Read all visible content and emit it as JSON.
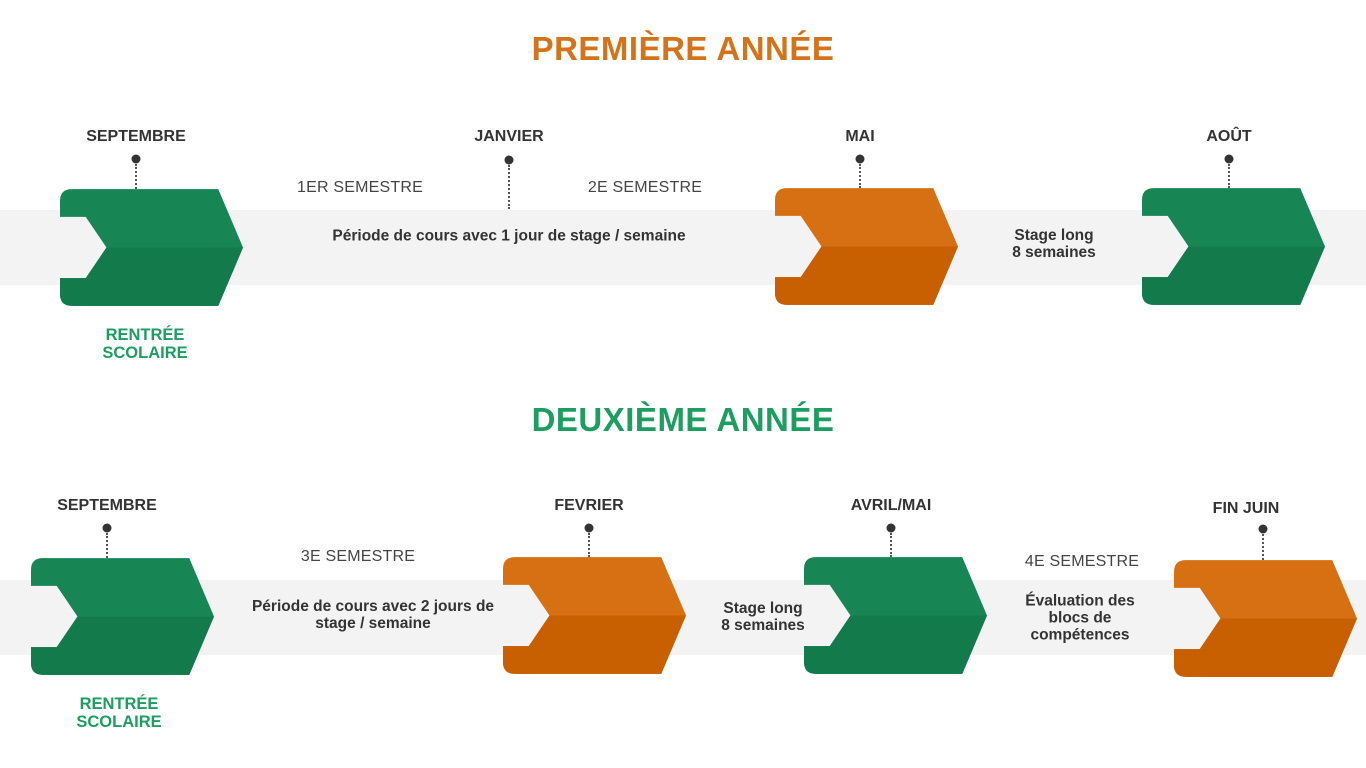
{
  "colors": {
    "green": "#178554",
    "green_dark": "#137a4c",
    "orange": "#d67012",
    "orange_dark": "#c85f00",
    "band": "#f3f3f3",
    "title_year1": "#d5731a",
    "title_year2": "#1b9e5f",
    "rentree_text": "#1b9e5f"
  },
  "year1": {
    "title": "PREMIÈRE ANNÉE",
    "months": [
      "SEPTEMBRE",
      "JANVIER",
      "MAI",
      "AOÛT"
    ],
    "semesters": [
      "1ER SEMESTRE",
      "2E SEMESTRE"
    ],
    "course_period": "Période de cours avec 1 jour de stage / semaine",
    "long_internship": "Stage long\n8 semaines",
    "start_label": "RENTRÉE\nSCOLAIRE",
    "milestone_colors": [
      "green",
      "orange",
      "green"
    ]
  },
  "year2": {
    "title": "DEUXIÈME ANNÉE",
    "months": [
      "SEPTEMBRE",
      "FEVRIER",
      "AVRIL/MAI",
      "FIN JUIN"
    ],
    "semesters": [
      "3E SEMESTRE",
      "4E SEMESTRE"
    ],
    "course_period": "Période de cours avec 2 jours de\nstage / semaine",
    "long_internship": "Stage long\n8 semaines",
    "assessment": "Évaluation des\nblocs de\ncompétences",
    "start_label": "RENTRÉE\nSCOLAIRE",
    "milestone_colors": [
      "green",
      "orange",
      "green",
      "orange"
    ]
  }
}
